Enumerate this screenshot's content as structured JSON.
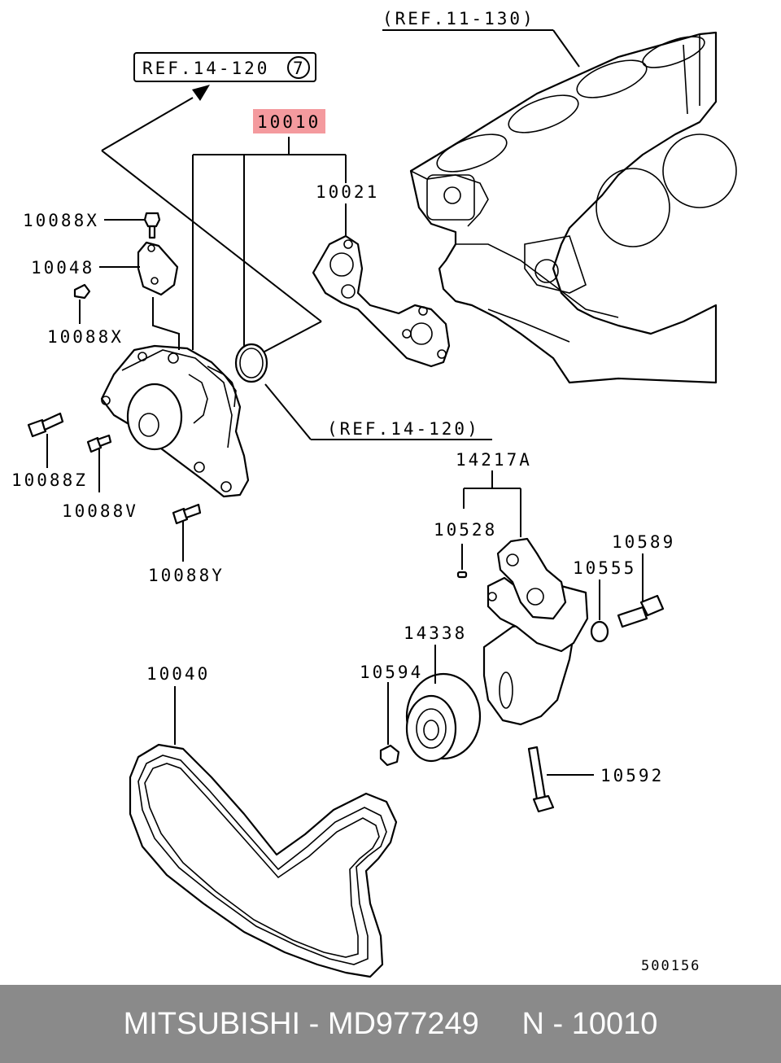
{
  "callouts": {
    "ref_11_130": "(REF.11-130)",
    "ref_14_120_box": "REF.14-120",
    "ref_14_120_num": "7",
    "ref_14_120_lower": "(REF.14-120)",
    "p10010": "10010",
    "p10021": "10021",
    "p10088x_top": "10088X",
    "p10048": "10048",
    "p10088x_bottom": "10088X",
    "p10088z": "10088Z",
    "p10088v": "10088V",
    "p10088y": "10088Y",
    "p14217a": "14217A",
    "p10528": "10528",
    "p10589": "10589",
    "p10555": "10555",
    "p14338": "14338",
    "p10594": "10594",
    "p10040": "10040",
    "p10592": "10592",
    "diagram_id": "500156"
  },
  "highlight_color": "#f49a9e",
  "footer": {
    "text": "MITSUBISHI - MD977249     N - 10010"
  }
}
